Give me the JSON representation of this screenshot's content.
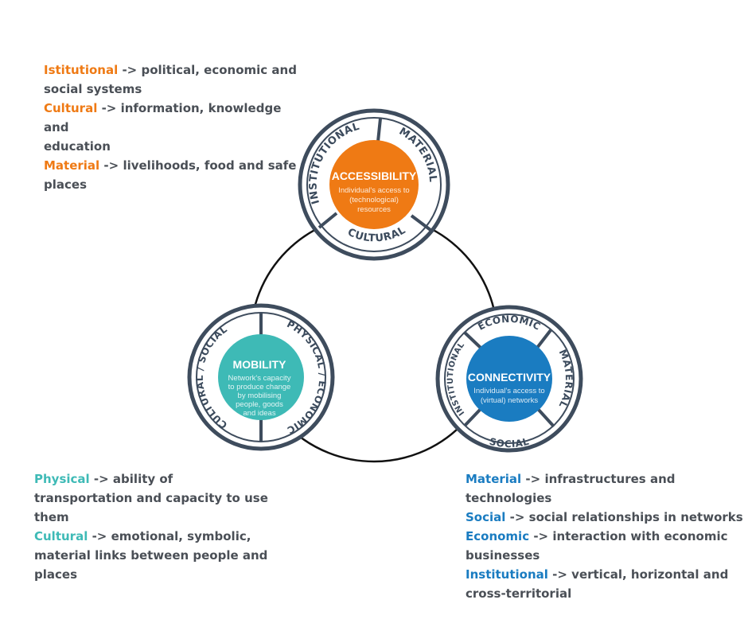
{
  "colors": {
    "accessibility": "#ef7a14",
    "mobility": "#3ebab6",
    "connectivity": "#1a7cc1",
    "ring_stroke": "#3e4c5d",
    "text": "#4a4f56"
  },
  "hubs": {
    "accessibility": {
      "title": "ACCESSIBILITY",
      "desc": [
        "Individual's access to",
        "(technological)",
        "resources"
      ],
      "segments": [
        "INSTITUTIONAL",
        "MATERIAL",
        "CULTURAL"
      ]
    },
    "mobility": {
      "title": "MOBILITY",
      "desc": [
        "Network's capacity",
        "to produce change",
        "by mobilising",
        "people, goods",
        "and ideas"
      ],
      "segments": [
        "CULTURAL / SOCIAL",
        "PHYSICAL / ECONOMIC"
      ]
    },
    "connectivity": {
      "title": "CONNECTIVITY",
      "desc": [
        "Individual's access to",
        "(virtual) networks"
      ],
      "segments": [
        "ECONOMIC",
        "MATERIAL",
        "SOCIAL",
        "INSTITUTIONAL"
      ]
    }
  },
  "notes": {
    "accessibility": [
      {
        "key": "Istitutional",
        "rest": " -> political, economic and"
      },
      {
        "key": "",
        "rest": "social systems"
      },
      {
        "key": "Cultural",
        "rest": " -> information, knowledge and"
      },
      {
        "key": "",
        "rest": "education"
      },
      {
        "key": "Material",
        "rest": " -> livelihoods, food and safe"
      },
      {
        "key": "",
        "rest": "places"
      }
    ],
    "mobility": [
      {
        "key": "Physical",
        "rest": " -> ability of"
      },
      {
        "key": "",
        "rest": "transportation and capacity to use"
      },
      {
        "key": "",
        "rest": "them"
      },
      {
        "key": "Cultural",
        "rest": " -> emotional, symbolic,"
      },
      {
        "key": "",
        "rest": "material links between people and"
      },
      {
        "key": "",
        "rest": "places"
      }
    ],
    "connectivity": [
      {
        "key": "Material",
        "rest": " -> infrastructures and"
      },
      {
        "key": "",
        "rest": "technologies"
      },
      {
        "key": "Social",
        "rest": " -> social relationships in networks"
      },
      {
        "key": "Economic",
        "rest": " -> interaction with economic"
      },
      {
        "key": "",
        "rest": "businesses"
      },
      {
        "key": "Institutional",
        "rest": " -> vertical, horizontal and"
      },
      {
        "key": "",
        "rest": "cross-territorial"
      }
    ]
  }
}
